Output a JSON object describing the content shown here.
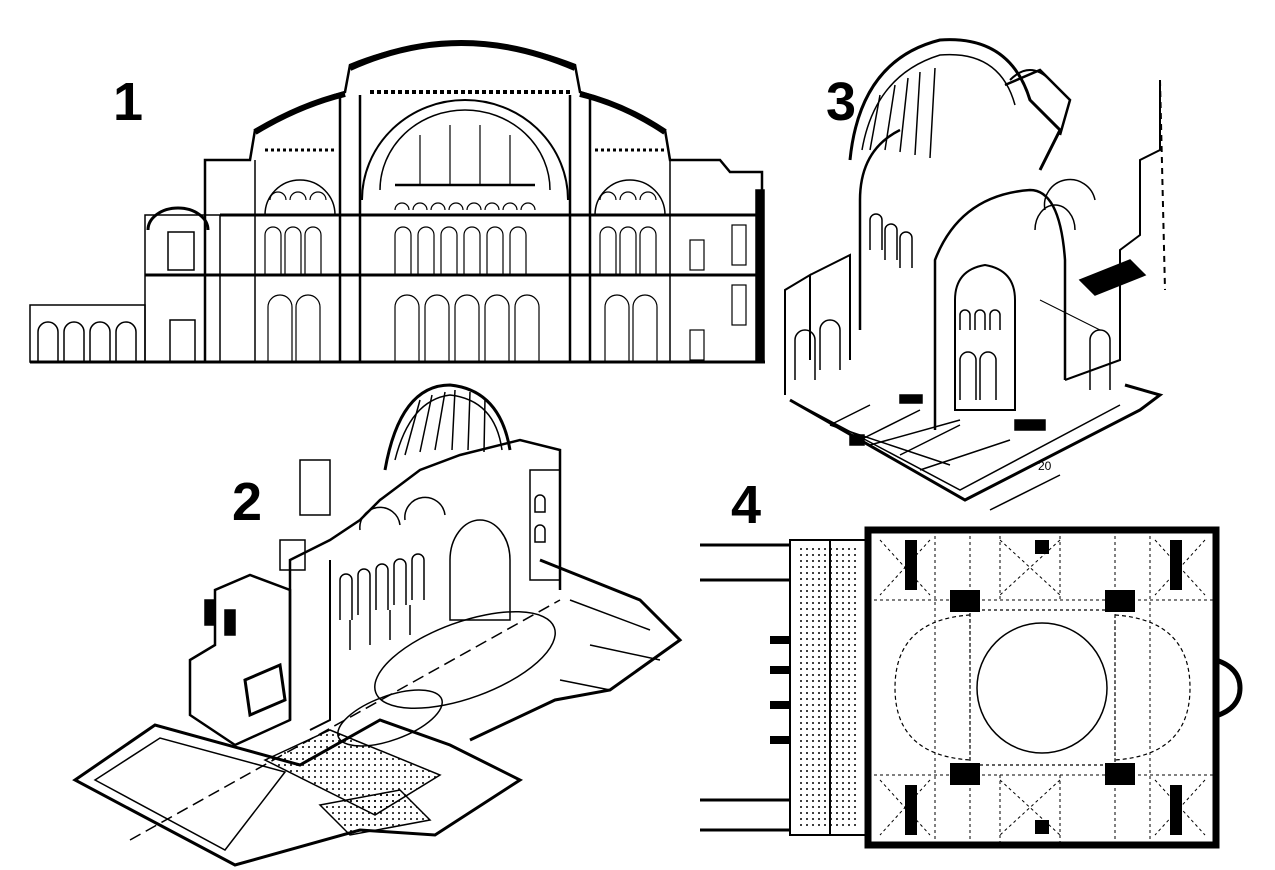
{
  "figure": {
    "panels": [
      {
        "number": "1",
        "view": "longitudinal-section"
      },
      {
        "number": "2",
        "view": "isometric-cutaway"
      },
      {
        "number": "3",
        "view": "axonometric-interior"
      },
      {
        "number": "4",
        "view": "ground-plan"
      }
    ],
    "scale_label": "20",
    "colors": {
      "ink": "#000000",
      "paper": "#ffffff"
    }
  }
}
